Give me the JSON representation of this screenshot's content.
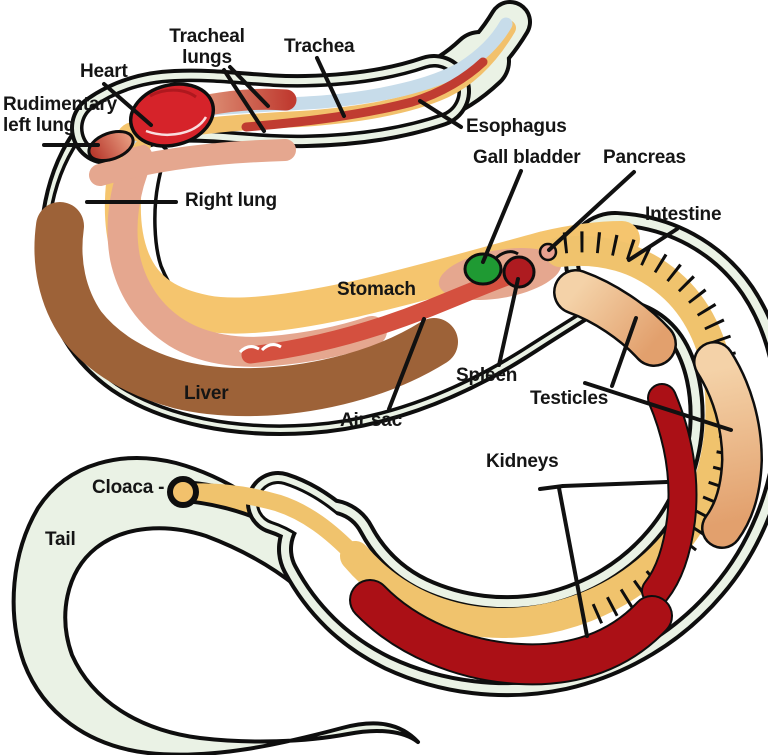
{
  "diagram": {
    "subject": "Snake internal anatomy",
    "labels": {
      "heart": "Heart",
      "tracheal_lungs": "Tracheal lungs",
      "trachea": "Trachea",
      "rudimentary_left_lung": "Rudimentary left lung",
      "esophagus": "Esophagus",
      "right_lung": "Right lung",
      "gall_bladder": "Gall bladder",
      "pancreas": "Pancreas",
      "intestine": "Intestine",
      "stomach": "Stomach",
      "liver": "Liver",
      "spleen": "Spleen",
      "air_sac": "Air sac",
      "testicles": "Testicles",
      "kidneys": "Kidneys",
      "cloaca": "Cloaca -",
      "tail": "Tail"
    },
    "colors": {
      "outline": "#0e0e0e",
      "body_tint": "#eaf2e5",
      "cavity": "#ffffff",
      "heart": "#d6232a",
      "heart_detail": "#ffffff",
      "trachea": "#c7dcea",
      "tracheal_lung_light": "#dd8f75",
      "tracheal_lung_dark": "#c03c31",
      "esophagus": "#f2c16c",
      "stomach": "#f5c56e",
      "right_lung": "#e5a78f",
      "liver": "#9d6238",
      "air_sac": "#d4503f",
      "gall_bladder": "#1f9a33",
      "spleen": "#ae1b20",
      "pancreas": "#e8a090",
      "intestine": "#f0c36d",
      "kidneys": "#ab1016",
      "testicle_light": "#f4d2a8",
      "testicle_dark": "#e2a06d",
      "rud_lung_dark": "#b93a2e",
      "rud_lung_light": "#e79c80",
      "leader": "#111111"
    }
  }
}
